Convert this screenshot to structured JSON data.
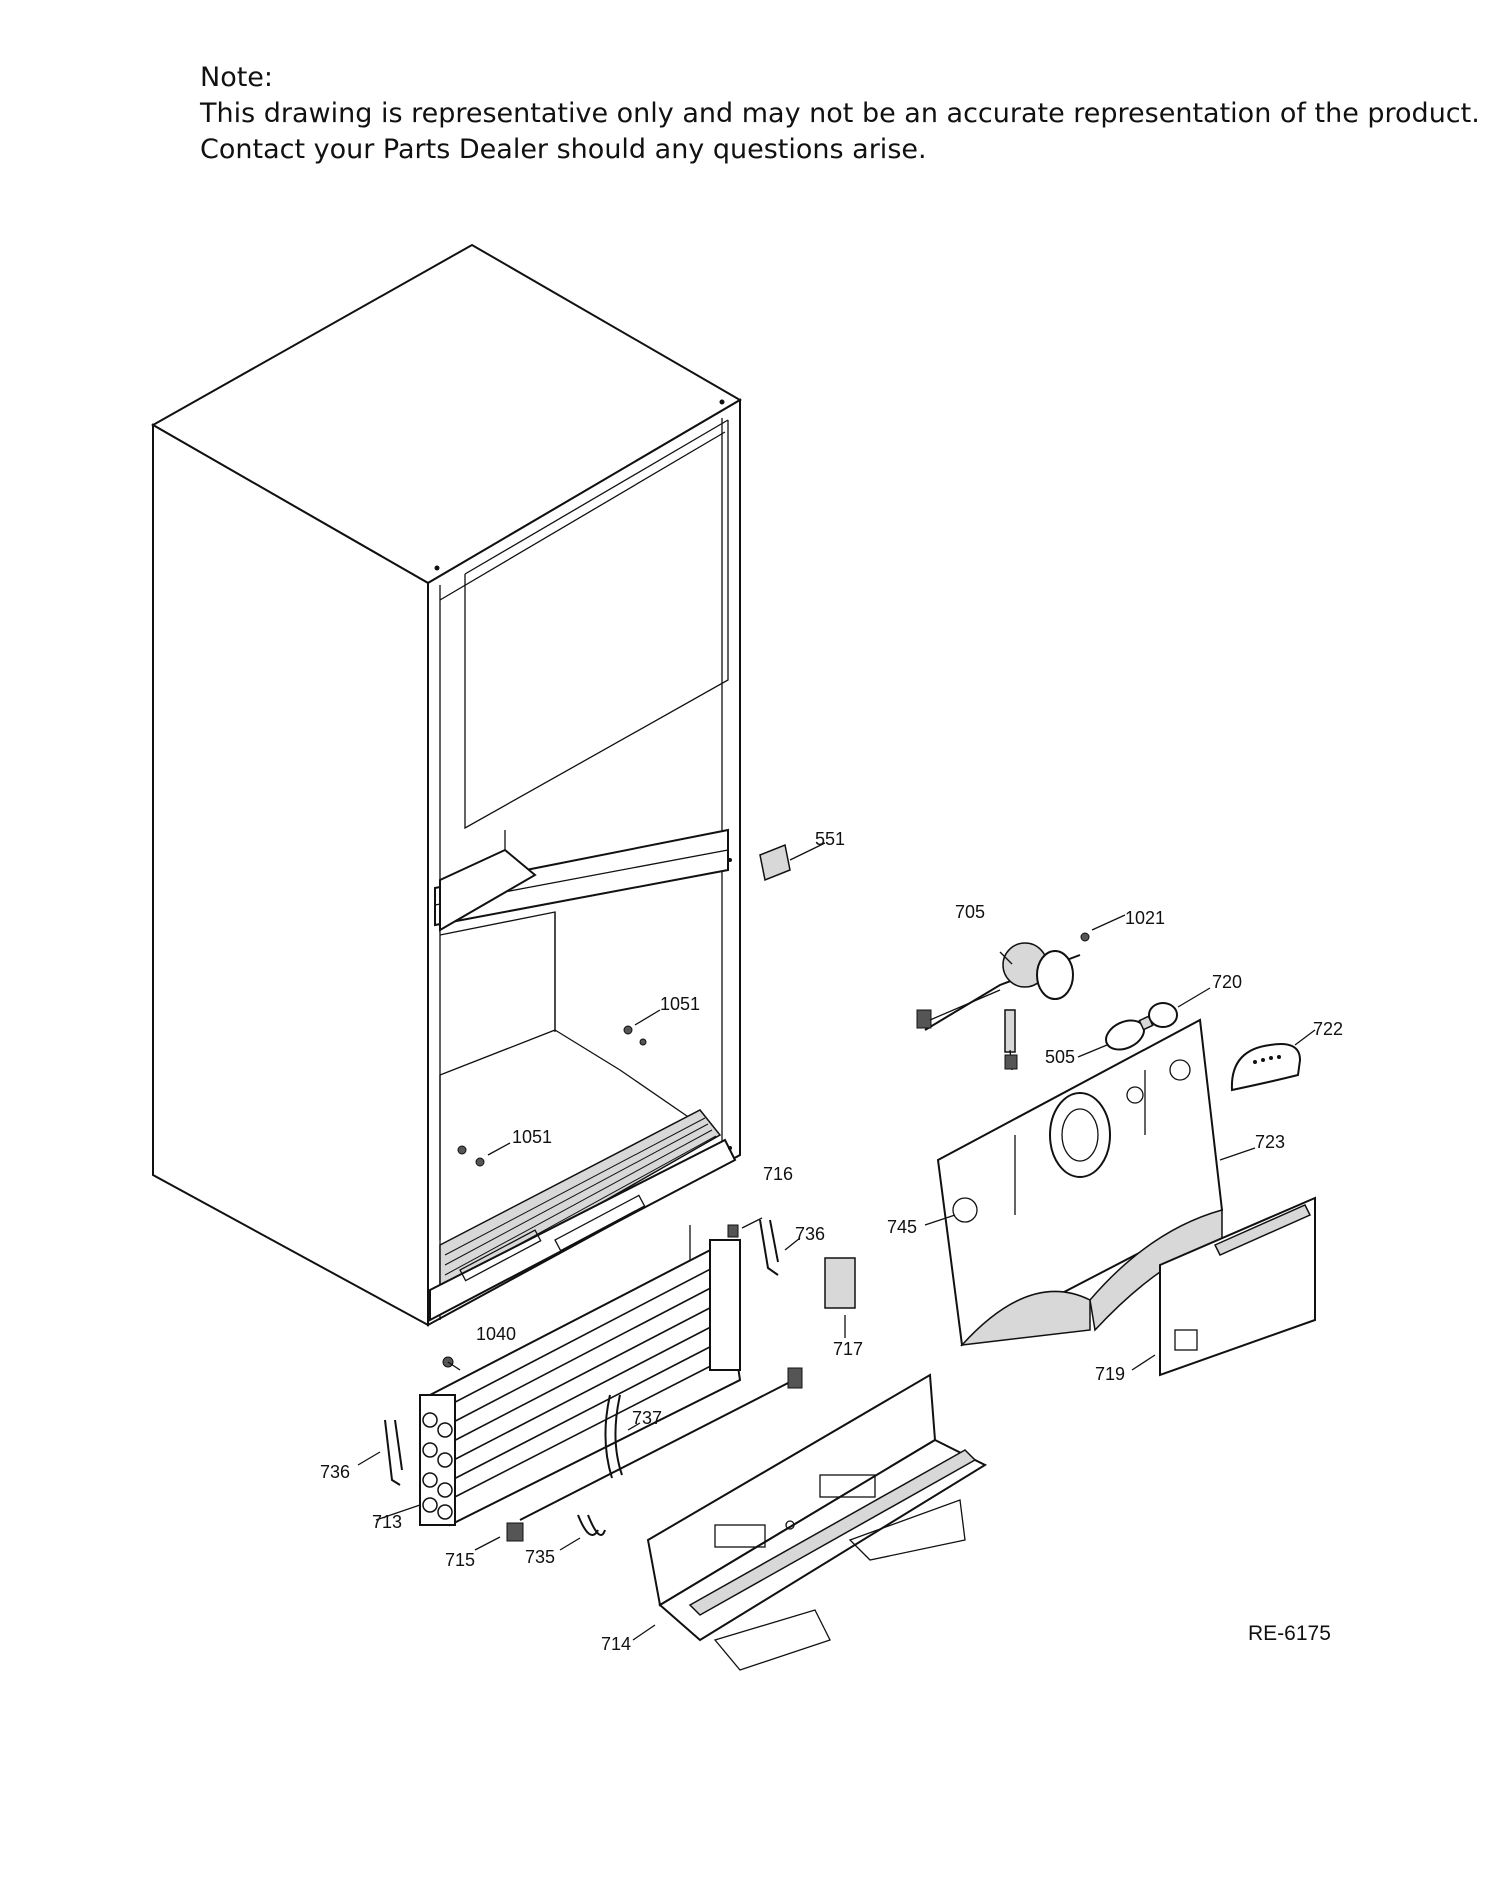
{
  "note": {
    "heading": "Note:",
    "line1": "This drawing is representative only and may not be an accurate representation of the product.",
    "line2": "Contact your Parts Dealer should any questions arise."
  },
  "callouts": [
    "551",
    "705",
    "1021",
    "720",
    "722",
    "505",
    "723",
    "745",
    "719",
    "1051",
    "1051",
    "716",
    "736",
    "717",
    "1040",
    "737",
    "736",
    "713",
    "715",
    "735",
    "714"
  ],
  "drawing_code": "RE-6175"
}
